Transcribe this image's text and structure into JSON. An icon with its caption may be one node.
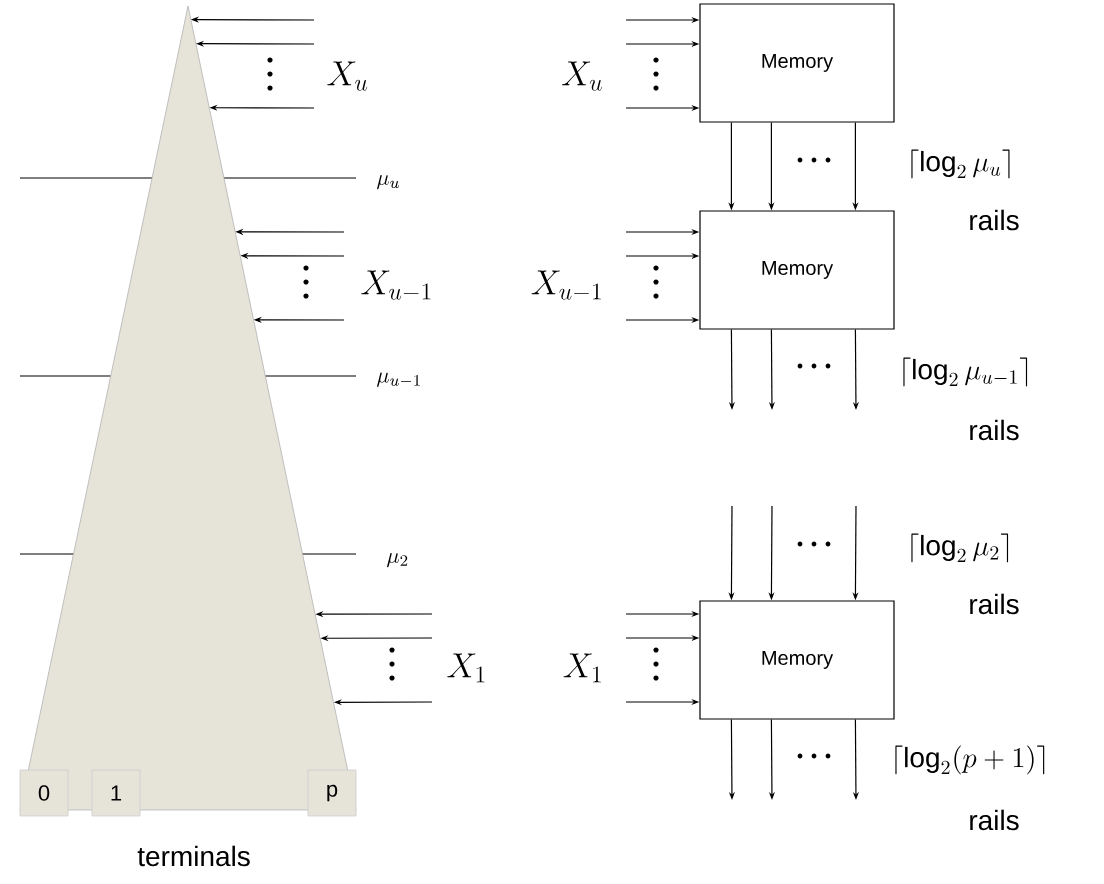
{
  "diagram": {
    "nodes": [
      {
        "text": [],
        "shape": "triangle"
      },
      {
        "text": [
          "0"
        ]
      },
      {
        "text": [
          "1"
        ]
      },
      {
        "text": [
          "p"
        ]
      },
      {
        "text": [
          "Memory"
        ]
      },
      {
        "text": [
          "Memory"
        ]
      },
      {
        "text": [
          "Memory"
        ]
      }
    ],
    "edges": [
      {
        "from": null,
        "to": 0,
        "arrow": "to"
      },
      {
        "from": null,
        "to": 0,
        "arrow": "to"
      },
      {
        "from": null,
        "to": 0,
        "arrow": "to"
      },
      {
        "from": null,
        "to": 0,
        "arrow": "to"
      },
      {
        "from": null,
        "to": 0,
        "arrow": "to"
      },
      {
        "from": null,
        "to": 0,
        "arrow": "to"
      },
      {
        "from": null,
        "to": 0,
        "arrow": "to"
      },
      {
        "from": null,
        "to": 0,
        "arrow": "to"
      },
      {
        "from": null,
        "to": 0,
        "arrow": "to"
      },
      {
        "from": null,
        "to": 4,
        "arrow": "to"
      },
      {
        "from": null,
        "to": 4,
        "arrow": "to"
      },
      {
        "from": null,
        "to": 4,
        "arrow": "to"
      },
      {
        "from": 4,
        "to": 5,
        "arrow": "to"
      },
      {
        "from": 4,
        "to": 5,
        "arrow": "to"
      },
      {
        "from": 4,
        "to": 5,
        "arrow": "to"
      },
      {
        "from": null,
        "to": 5,
        "arrow": "to"
      },
      {
        "from": null,
        "to": 5,
        "arrow": "to"
      },
      {
        "from": null,
        "to": 5,
        "arrow": "to"
      },
      {
        "from": 5,
        "to": null,
        "arrow": "to"
      },
      {
        "from": 5,
        "to": null,
        "arrow": "to"
      },
      {
        "from": 5,
        "to": null,
        "arrow": "to"
      },
      {
        "from": null,
        "to": 6,
        "arrow": "to"
      },
      {
        "from": null,
        "to": 6,
        "arrow": "to"
      },
      {
        "from": null,
        "to": 6,
        "arrow": "to"
      },
      {
        "from": null,
        "to": 6,
        "arrow": "to"
      },
      {
        "from": null,
        "to": 6,
        "arrow": "to"
      },
      {
        "from": null,
        "to": 6,
        "arrow": "to"
      },
      {
        "from": 6,
        "to": null,
        "arrow": "to"
      },
      {
        "from": 6,
        "to": null,
        "arrow": "to"
      },
      {
        "from": 6,
        "to": null,
        "arrow": "to"
      }
    ],
    "labels": [
      "X_u",
      "X_u",
      "\\mu_u",
      "\\lceil \\log_2 \\mu_u \\rceil",
      "rails",
      "X_{u-1}",
      "X_{u-1}",
      "\\mu_{u-1}",
      "\\lceil \\log_2 \\mu_{u-1} \\rceil",
      "rails",
      "\\mu_2",
      "\\lceil \\log_2 \\mu_2 \\rceil",
      "rails",
      "X_1",
      "X_1",
      "\\lceil \\log_2 (p+1) \\rceil",
      "rails",
      "terminals"
    ]
  }
}
